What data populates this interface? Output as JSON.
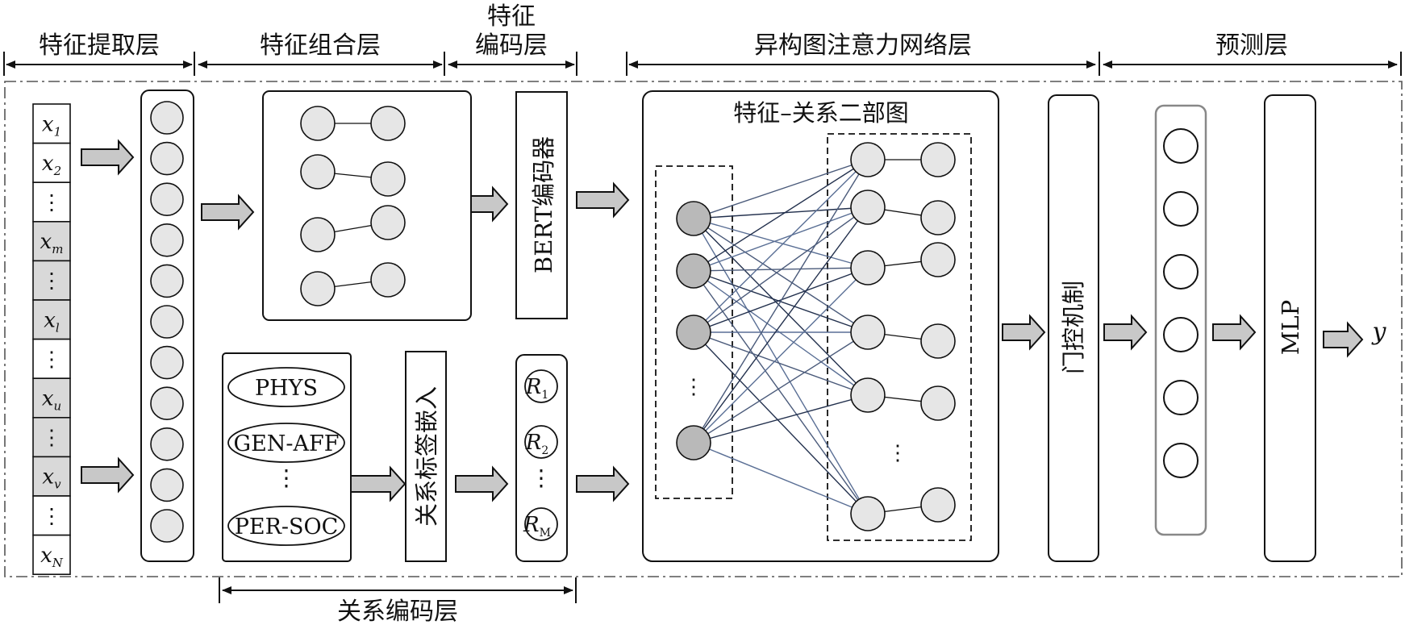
{
  "layers": {
    "feature_extraction": "特征提取层",
    "feature_combination": "特征组合层",
    "feature_encoding_line1": "特征",
    "feature_encoding_line2": "编码层",
    "hgat": "异构图注意力网络层",
    "prediction": "预测层",
    "relation_encoding": "关系编码层"
  },
  "inputs": [
    {
      "base": "x",
      "sub": "1",
      "shaded": false
    },
    {
      "base": "x",
      "sub": "2",
      "shaded": false
    },
    {
      "base": "⋮",
      "sub": "",
      "shaded": false
    },
    {
      "base": "x",
      "sub": "m",
      "shaded": true
    },
    {
      "base": "⋮",
      "sub": "",
      "shaded": true
    },
    {
      "base": "x",
      "sub": "l",
      "shaded": true
    },
    {
      "base": "⋮",
      "sub": "",
      "shaded": false
    },
    {
      "base": "x",
      "sub": "u",
      "shaded": true
    },
    {
      "base": "⋮",
      "sub": "",
      "shaded": true
    },
    {
      "base": "x",
      "sub": "v",
      "shaded": true
    },
    {
      "base": "⋮",
      "sub": "",
      "shaded": false
    },
    {
      "base": "x",
      "sub": "N",
      "shaded": false
    }
  ],
  "blocks": {
    "bert_encoder": "BERT编码器",
    "relation_label_embedding": "关系标签嵌入",
    "bipartite_graph": "特征–关系二部图",
    "gate_mechanism": "门控机制",
    "mlp": "MLP",
    "output": "y"
  },
  "relation_types": [
    "PHYS",
    "GEN-AFF",
    "⋮",
    "PER-SOC"
  ],
  "relation_outputs": [
    {
      "base": "R",
      "sub": "1"
    },
    {
      "base": "R",
      "sub": "2"
    },
    {
      "base": "⋮",
      "sub": ""
    },
    {
      "base": "R",
      "sub": "M"
    }
  ],
  "graph_ellipsis": "⋮"
}
